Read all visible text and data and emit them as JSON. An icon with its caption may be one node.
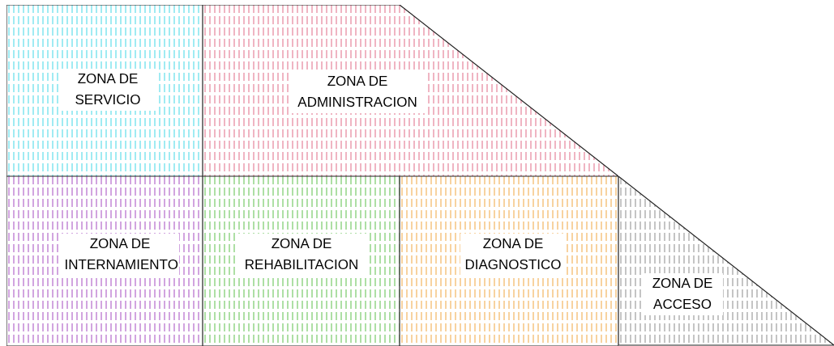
{
  "diagram": {
    "nodes": [
      {
        "text": [
          "ZONA DE SERVICIO"
        ]
      },
      {
        "text": [
          "ZONA DE ADMINISTRACION"
        ]
      },
      {
        "text": [
          "ZONA DE INTERNAMIENTO"
        ]
      },
      {
        "text": [
          "ZONA DE REHABILITACION"
        ]
      },
      {
        "text": [
          "ZONA DE DIAGNOSTICO"
        ]
      },
      {
        "text": [
          "ZONA DE ACCESO"
        ]
      }
    ]
  }
}
